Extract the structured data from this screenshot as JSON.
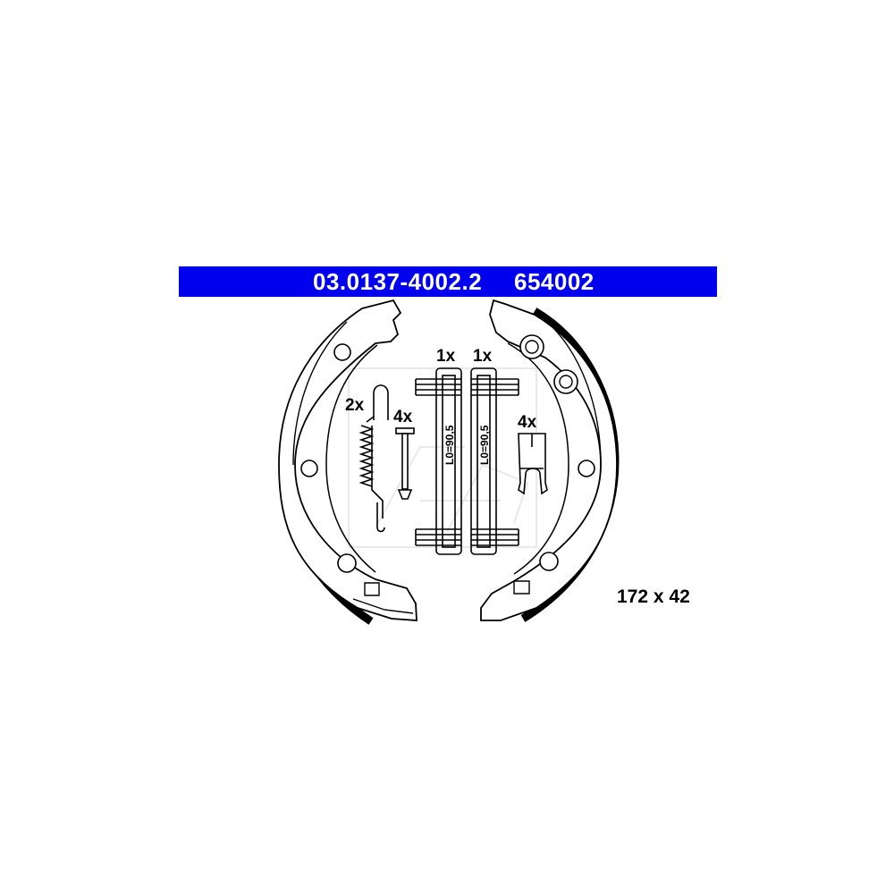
{
  "header": {
    "part_number": "03.0137-4002.2",
    "ref_number": "654002",
    "bar_color": "#0000ee"
  },
  "components": {
    "adjuster_spring_qty": "2x",
    "hold_down_pin_qty": "4x",
    "return_spring_1_qty": "1x",
    "return_spring_2_qty": "1x",
    "spring_length_1": "L0=90,5",
    "spring_length_2": "L0=90,5",
    "clip_qty": "4x"
  },
  "dimensions": "172 x 42"
}
